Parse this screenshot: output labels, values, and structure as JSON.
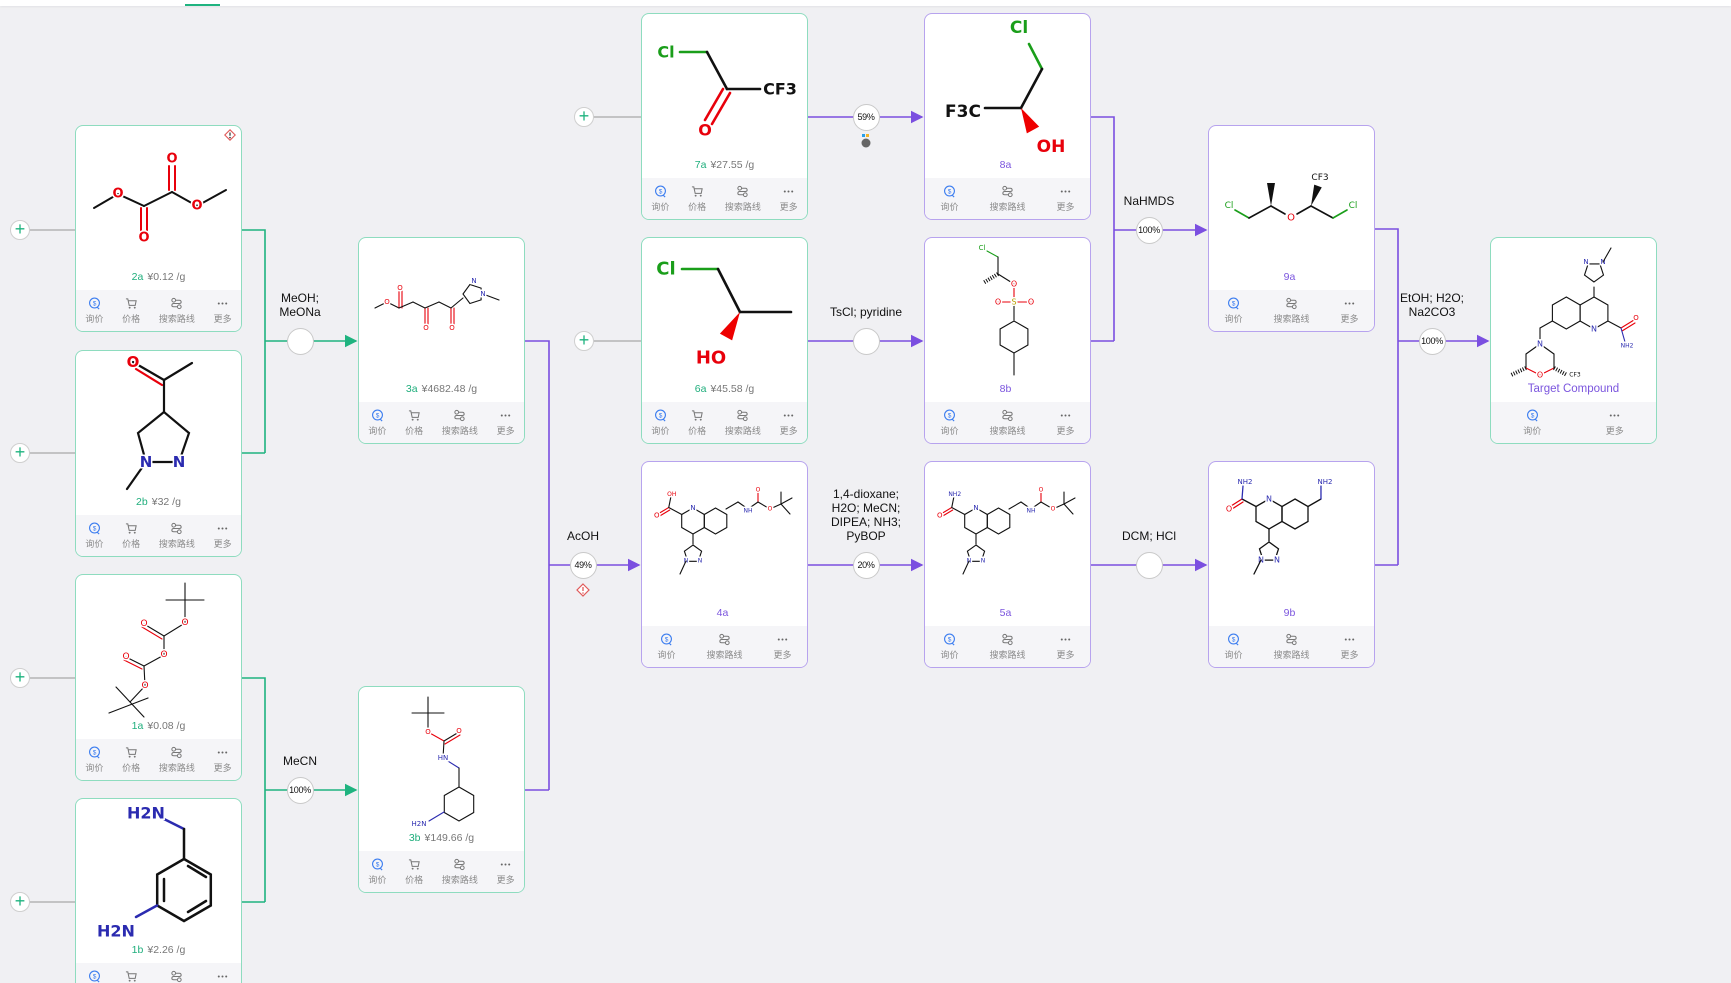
{
  "app": {
    "active_tab_indicator": true
  },
  "colors": {
    "start_border": "#8edcbf",
    "mid_border": "#b7a3ee",
    "green_line": "#1fb37f",
    "purple_line": "#7b4fe0",
    "bg": "#f0f0f3"
  },
  "actions": {
    "inquiry": "询价",
    "price": "价格",
    "route": "搜索路线",
    "more": "更多"
  },
  "cards": [
    {
      "id": "2a",
      "price": "¥0.12 /g",
      "kind": "start",
      "warning": true,
      "atoms": [
        "O",
        "O",
        "O",
        "O"
      ]
    },
    {
      "id": "2b",
      "price": "¥32 /g",
      "kind": "start",
      "atoms": [
        "O",
        "N",
        "N"
      ]
    },
    {
      "id": "1a",
      "price": "¥0.08 /g",
      "kind": "start",
      "atoms": [
        "O",
        "O",
        "O",
        "O",
        "O"
      ]
    },
    {
      "id": "1b",
      "price": "¥2.26 /g",
      "kind": "start",
      "atoms": [
        "H2N",
        "H2N"
      ]
    },
    {
      "id": "3a",
      "price": "¥4682.48 /g",
      "kind": "start",
      "atoms": [
        "O",
        "O",
        "O",
        "O",
        "N",
        "N"
      ]
    },
    {
      "id": "3b",
      "price": "¥149.66 /g",
      "kind": "start",
      "atoms": [
        "O",
        "O",
        "HN",
        "H2N"
      ]
    },
    {
      "id": "7a",
      "price": "¥27.55 /g",
      "kind": "start",
      "atoms": [
        "Cl",
        "CF3",
        "O"
      ]
    },
    {
      "id": "6a",
      "price": "¥45.58 /g",
      "kind": "start",
      "atoms": [
        "Cl",
        "HO"
      ]
    },
    {
      "id": "4a",
      "price": "",
      "kind": "mid",
      "atoms": [
        "OH",
        "O",
        "N",
        "N",
        "N",
        "NH",
        "O",
        "O"
      ]
    },
    {
      "id": "8a",
      "price": "",
      "kind": "mid",
      "atoms": [
        "Cl",
        "F3C",
        "OH"
      ]
    },
    {
      "id": "8b",
      "price": "",
      "kind": "mid",
      "atoms": [
        "Cl",
        "O",
        "S",
        "O",
        "O"
      ]
    },
    {
      "id": "5a",
      "price": "",
      "kind": "mid",
      "atoms": [
        "NH2",
        "O",
        "N",
        "N",
        "N",
        "NH",
        "O",
        "O"
      ]
    },
    {
      "id": "9a",
      "price": "",
      "kind": "mid",
      "atoms": [
        "Cl",
        "O",
        "CF3",
        "Cl"
      ]
    },
    {
      "id": "9b",
      "price": "",
      "kind": "mid",
      "atoms": [
        "NH2",
        "O",
        "N",
        "NH2",
        "N",
        "N"
      ]
    },
    {
      "id": "Target Compound",
      "price": "",
      "kind": "target",
      "atoms": [
        "N",
        "N",
        "N",
        "O",
        "NH2",
        "N",
        "O",
        "CF3"
      ]
    }
  ],
  "steps": [
    {
      "conditions": "MeOH;\nMeONa",
      "yield": "",
      "from": [
        "2a",
        "2b"
      ],
      "to": "3a"
    },
    {
      "conditions": "MeCN",
      "yield": "100%",
      "from": [
        "1a",
        "1b"
      ],
      "to": "3b"
    },
    {
      "conditions": "AcOH",
      "yield": "49%",
      "from": [
        "3a",
        "3b"
      ],
      "to": "4a",
      "warning": true
    },
    {
      "conditions": "",
      "yield": "59%",
      "from": [
        "7a"
      ],
      "to": "8a",
      "note_icon": true
    },
    {
      "conditions": "TsCl; pyridine",
      "yield": "",
      "from": [
        "6a"
      ],
      "to": "8b"
    },
    {
      "conditions": "1,4-dioxane;\nH2O; MeCN;\nDIPEA; NH3;\nPyBOP",
      "yield": "20%",
      "from": [
        "4a"
      ],
      "to": "5a"
    },
    {
      "conditions": "NaHMDS",
      "yield": "100%",
      "from": [
        "8a",
        "8b"
      ],
      "to": "9a"
    },
    {
      "conditions": "DCM; HCl",
      "yield": "",
      "from": [
        "5a"
      ],
      "to": "9b"
    },
    {
      "conditions": "EtOH; H2O;\nNa2CO3",
      "yield": "100%",
      "from": [
        "9a",
        "9b"
      ],
      "to": "Target Compound"
    }
  ],
  "add_button_label": "+"
}
